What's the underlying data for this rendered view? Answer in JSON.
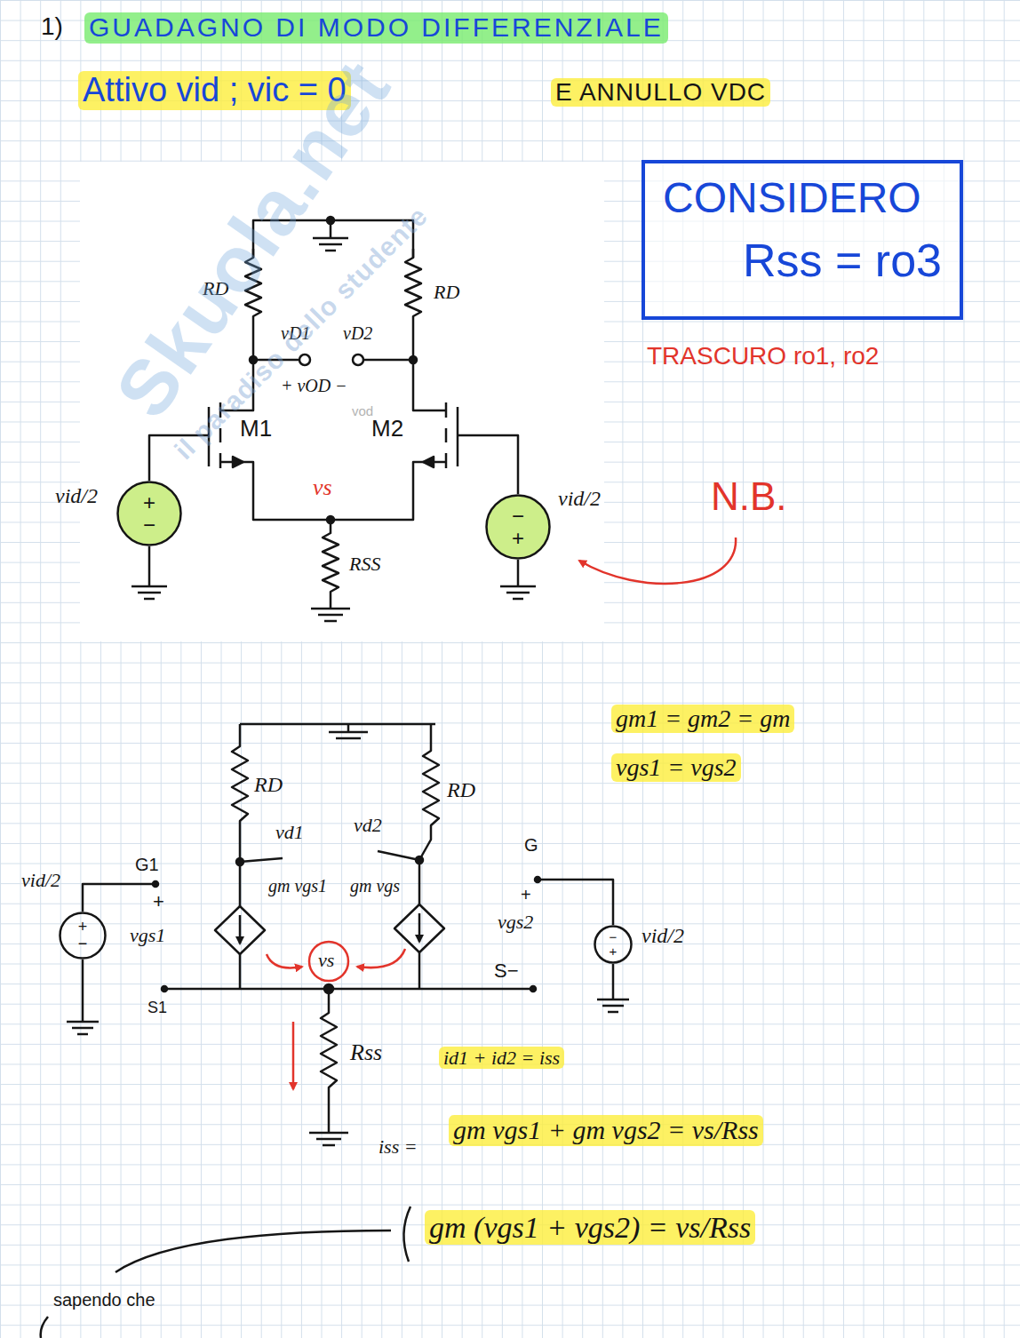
{
  "diagram": {
    "nodes": [
      {
        "text": [
          "CONSIDERO",
          "Rss = ro3"
        ]
      },
      {
        "text": [
          "+",
          "−"
        ]
      },
      {
        "text": [
          "−",
          "+"
        ]
      },
      {
        "text": [
          "+",
          "−"
        ]
      },
      {
        "text": [
          "−",
          "+"
        ]
      }
    ],
    "labels": [
      "1)",
      "GUADAGNO DI MODO DIFFERENZIALE",
      "Attivo vid ; vic = 0",
      "E ANNULLO VDC",
      "TRASCURO ro1, ro2",
      "RD",
      "RD",
      "vD1",
      "vD2",
      "+ vOD −",
      "vod",
      "M1",
      "M2",
      "vs",
      "RSS",
      "vid/2",
      "vid/2",
      "N.B.",
      "gm1 = gm2 = gm",
      "vgs1 = vgs2",
      "RD",
      "RD",
      "vd1",
      "vd2",
      "gm vgs1",
      "gm vgs",
      "vs",
      "vid/2",
      "G1",
      "+",
      "vgs1",
      "S1",
      "G",
      "+",
      "vgs2",
      "S−",
      "vid/2",
      "Rss",
      "id1 + id2 = iss",
      "iss =",
      "gm vgs1 + gm vgs2 = vs/Rss",
      "gm (vgs1 + vgs2) = vs/Rss",
      "sapendo che",
      "Skuola.net",
      "il paradiso dello studente"
    ]
  }
}
